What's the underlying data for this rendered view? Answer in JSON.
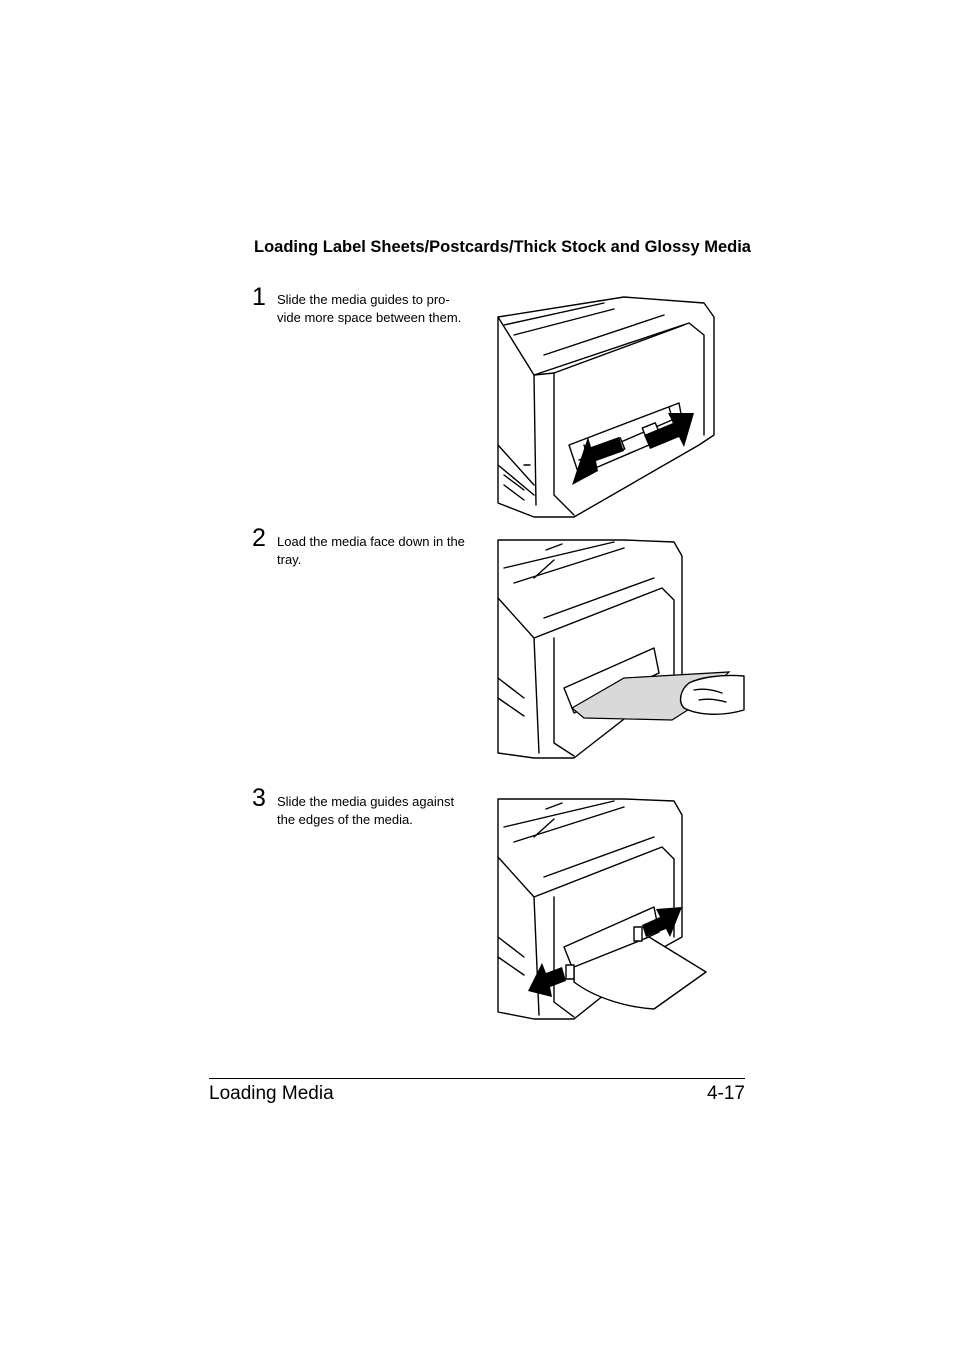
{
  "section_title": "Loading Label Sheets/Postcards/Thick Stock and Glossy Media",
  "steps": [
    {
      "number": "1",
      "text": "Slide the media guides to pro-vide more space between them.",
      "line1": "Slide the media guides to pro-",
      "line2": "vide more space between them."
    },
    {
      "number": "2",
      "text": "Load the media face down in the tray.",
      "line1": "Load the media face down in the",
      "line2": "tray."
    },
    {
      "number": "3",
      "text": "Slide the media guides against the edges of the media.",
      "line1": "Slide the media guides against",
      "line2": "the edges of the media."
    }
  ],
  "footer": {
    "chapter": "Loading Media",
    "page_number": "4-17"
  }
}
